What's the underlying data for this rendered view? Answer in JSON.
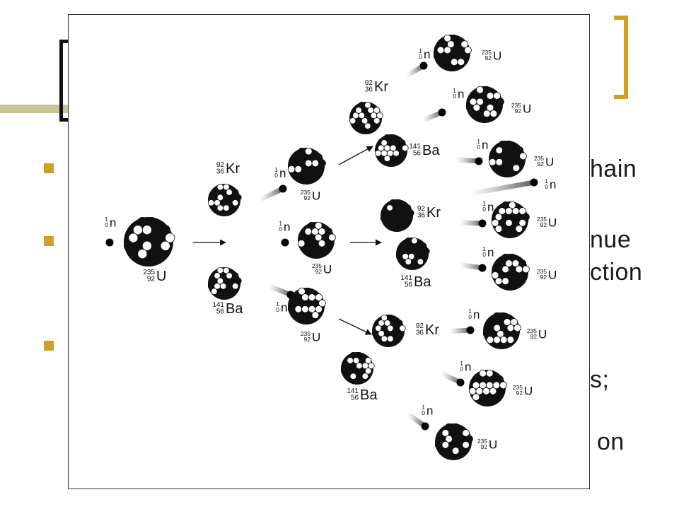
{
  "slide": {
    "colors": {
      "accent": "#c9a227",
      "bracket_right": "#d4a017",
      "deco_line": "#c8c496",
      "text": "#1a1a1a"
    },
    "text_fragments": [
      "hain",
      "nue",
      "ction",
      "s;",
      "on"
    ]
  },
  "diagram": {
    "neutron": {
      "mass": "1",
      "atomic": "0",
      "symbol": "n"
    },
    "uranium": {
      "mass": "235",
      "atomic": "92",
      "symbol": "U"
    },
    "krypton": {
      "mass": "92",
      "atomic": "36",
      "symbol": "Kr"
    },
    "barium": {
      "mass": "141",
      "atomic": "56",
      "symbol": "Ba"
    }
  }
}
